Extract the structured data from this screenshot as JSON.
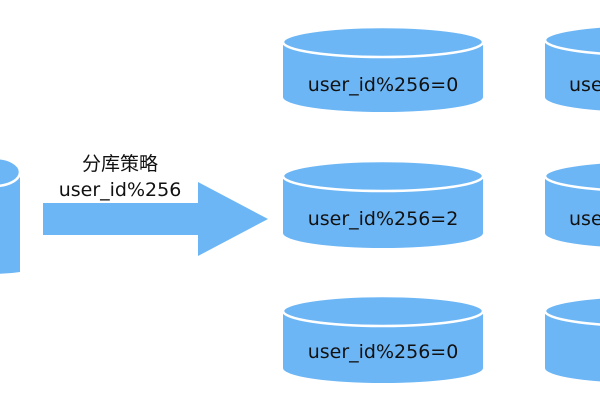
{
  "strategy": {
    "title": "分库策略",
    "rule": "user_id%256"
  },
  "databases": {
    "middle": [
      {
        "label": "user_id%256=0"
      },
      {
        "label": "user_id%256=2"
      },
      {
        "label": "user_id%256=0"
      }
    ],
    "right": [
      {
        "label": "use"
      },
      {
        "label": "use"
      },
      {
        "label": ""
      }
    ]
  },
  "colors": {
    "cylinder_fill": "#6db6f5",
    "cylinder_stroke": "#ffffff",
    "arrow_fill": "#6db6f5",
    "text": "#111111",
    "background": "#ffffff"
  }
}
